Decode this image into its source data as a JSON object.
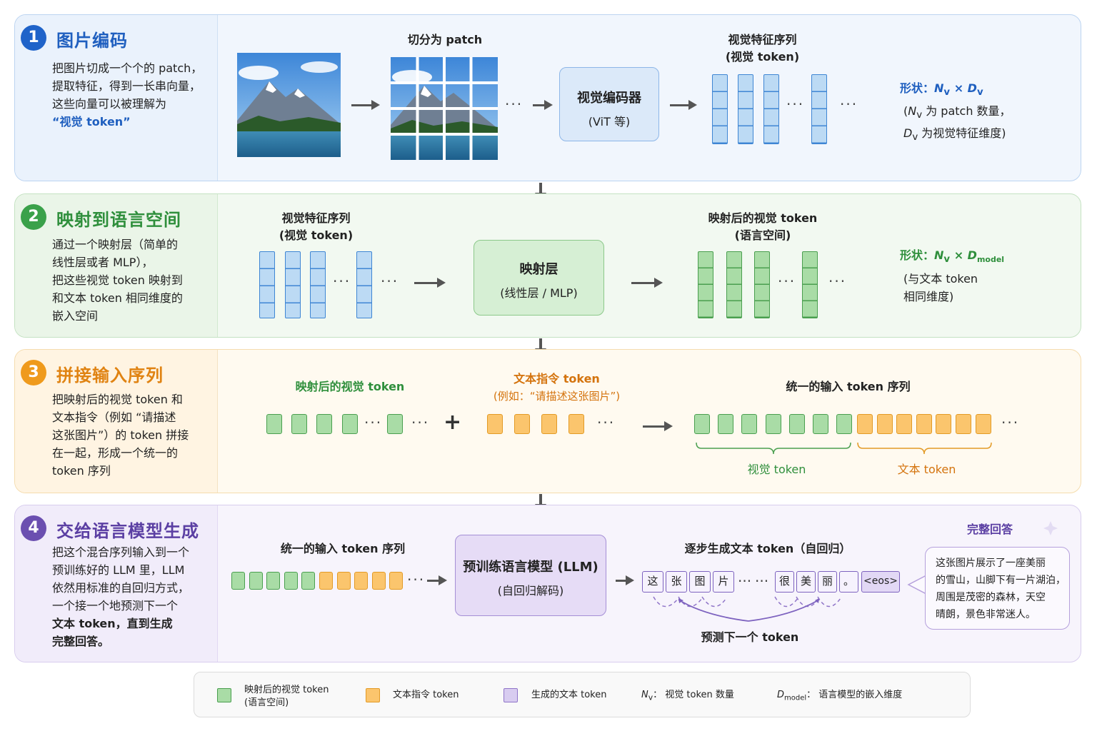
{
  "panels": {
    "p1": {
      "num": "1",
      "title": "图片编码",
      "desc": [
        "把图片切成一个个的 patch，",
        "提取特征，得到一长串向量，",
        "这些向量可以被理解为"
      ],
      "desc_hl": "“视觉 token”",
      "patch_label": "切分为 patch",
      "seq_label": [
        "视觉特征序列",
        "(视觉 token)"
      ],
      "encoder": {
        "t1": "视觉编码器",
        "t2": "(ViT 等)"
      },
      "shape_title": "形状：",
      "shape_expr": {
        "n": "N",
        "n_sub": "v",
        "times": "×",
        "d": "D",
        "d_sub": "v"
      },
      "shape_note": {
        "l1_pre": "(",
        "l1_n": "N",
        "l1_sub": "v",
        "l1_post": " 为 patch 数量，",
        "l2_d": "D",
        "l2_sub": "v",
        "l2_post": " 为视觉特征维度)"
      }
    },
    "p2": {
      "num": "2",
      "title": "映射到语言空间",
      "desc": [
        "通过一个映射层（简单的",
        "线性层或者 MLP），",
        "把这些视觉 token 映射到",
        "和文本 token 相同维度的",
        "嵌入空间"
      ],
      "in_label": [
        "视觉特征序列",
        "(视觉 token)"
      ],
      "proj": {
        "t1": "映射层",
        "t2": "(线性层 / MLP)"
      },
      "out_label": [
        "映射后的视觉 token",
        "(语言空间)"
      ],
      "shape_title": "形状：",
      "shape_expr": {
        "n": "N",
        "n_sub": "v",
        "times": "×",
        "d": "D",
        "d_sub": "model"
      },
      "shape_note": [
        "(与文本 token",
        "相同维度)"
      ]
    },
    "p3": {
      "num": "3",
      "title": "拼接输入序列",
      "desc": [
        "把映射后的视觉 token 和",
        "文本指令（例如 “请描述",
        "这张图片”）的 token 拼接",
        "在一起，形成一个统一的",
        "token 序列"
      ],
      "vis_label": "映射后的视觉 token",
      "txt_label": [
        "文本指令 token",
        "(例如：“请描述这张图片”)"
      ],
      "plus": "+",
      "seq_label": "统一的输入 token 序列",
      "brace_vis": "视觉 token",
      "brace_txt": "文本 token"
    },
    "p4": {
      "num": "4",
      "title": "交给语言模型生成",
      "desc": [
        "把这个混合序列输入到一个",
        "预训练好的 LLM 里，LLM",
        "依然用标准的自回归方式，",
        "一个接一个地预测下一个"
      ],
      "desc_b1": "文本 token，直到生成",
      "desc_b2": "完整回答。",
      "in_label": "统一的输入 token 序列",
      "llm": {
        "t1": "预训练语言模型 (LLM)",
        "t2": "(自回归解码)"
      },
      "gen_label": "逐步生成文本 token（自回归）",
      "gen_tokens": [
        "这",
        "张",
        "图",
        "片",
        "很",
        "美",
        "丽",
        "。",
        "<eos>"
      ],
      "predict_label": "预测下一个 token",
      "answer_title": "完整回答",
      "answer": [
        "这张图片展示了一座美丽",
        "的雪山，山脚下有一片湖泊，",
        "周围是茂密的森林，天空",
        "晴朗，景色非常迷人。"
      ]
    }
  },
  "dots": "···",
  "legend": {
    "green": [
      "映射后的视觉 token",
      "(语言空间)"
    ],
    "orange": "文本指令 token",
    "purple": "生成的文本 token",
    "nv_sym": "N",
    "nv_sub": "v",
    "nv_text": "：  视觉 token 数量",
    "dm_sym": "D",
    "dm_sub": "model",
    "dm_text": "：  语言模型的嵌入维度"
  },
  "colors": {
    "blue": "#1f63c9",
    "green": "#3aa14a",
    "orange": "#ef9a1c",
    "purple": "#6b4fb0"
  }
}
